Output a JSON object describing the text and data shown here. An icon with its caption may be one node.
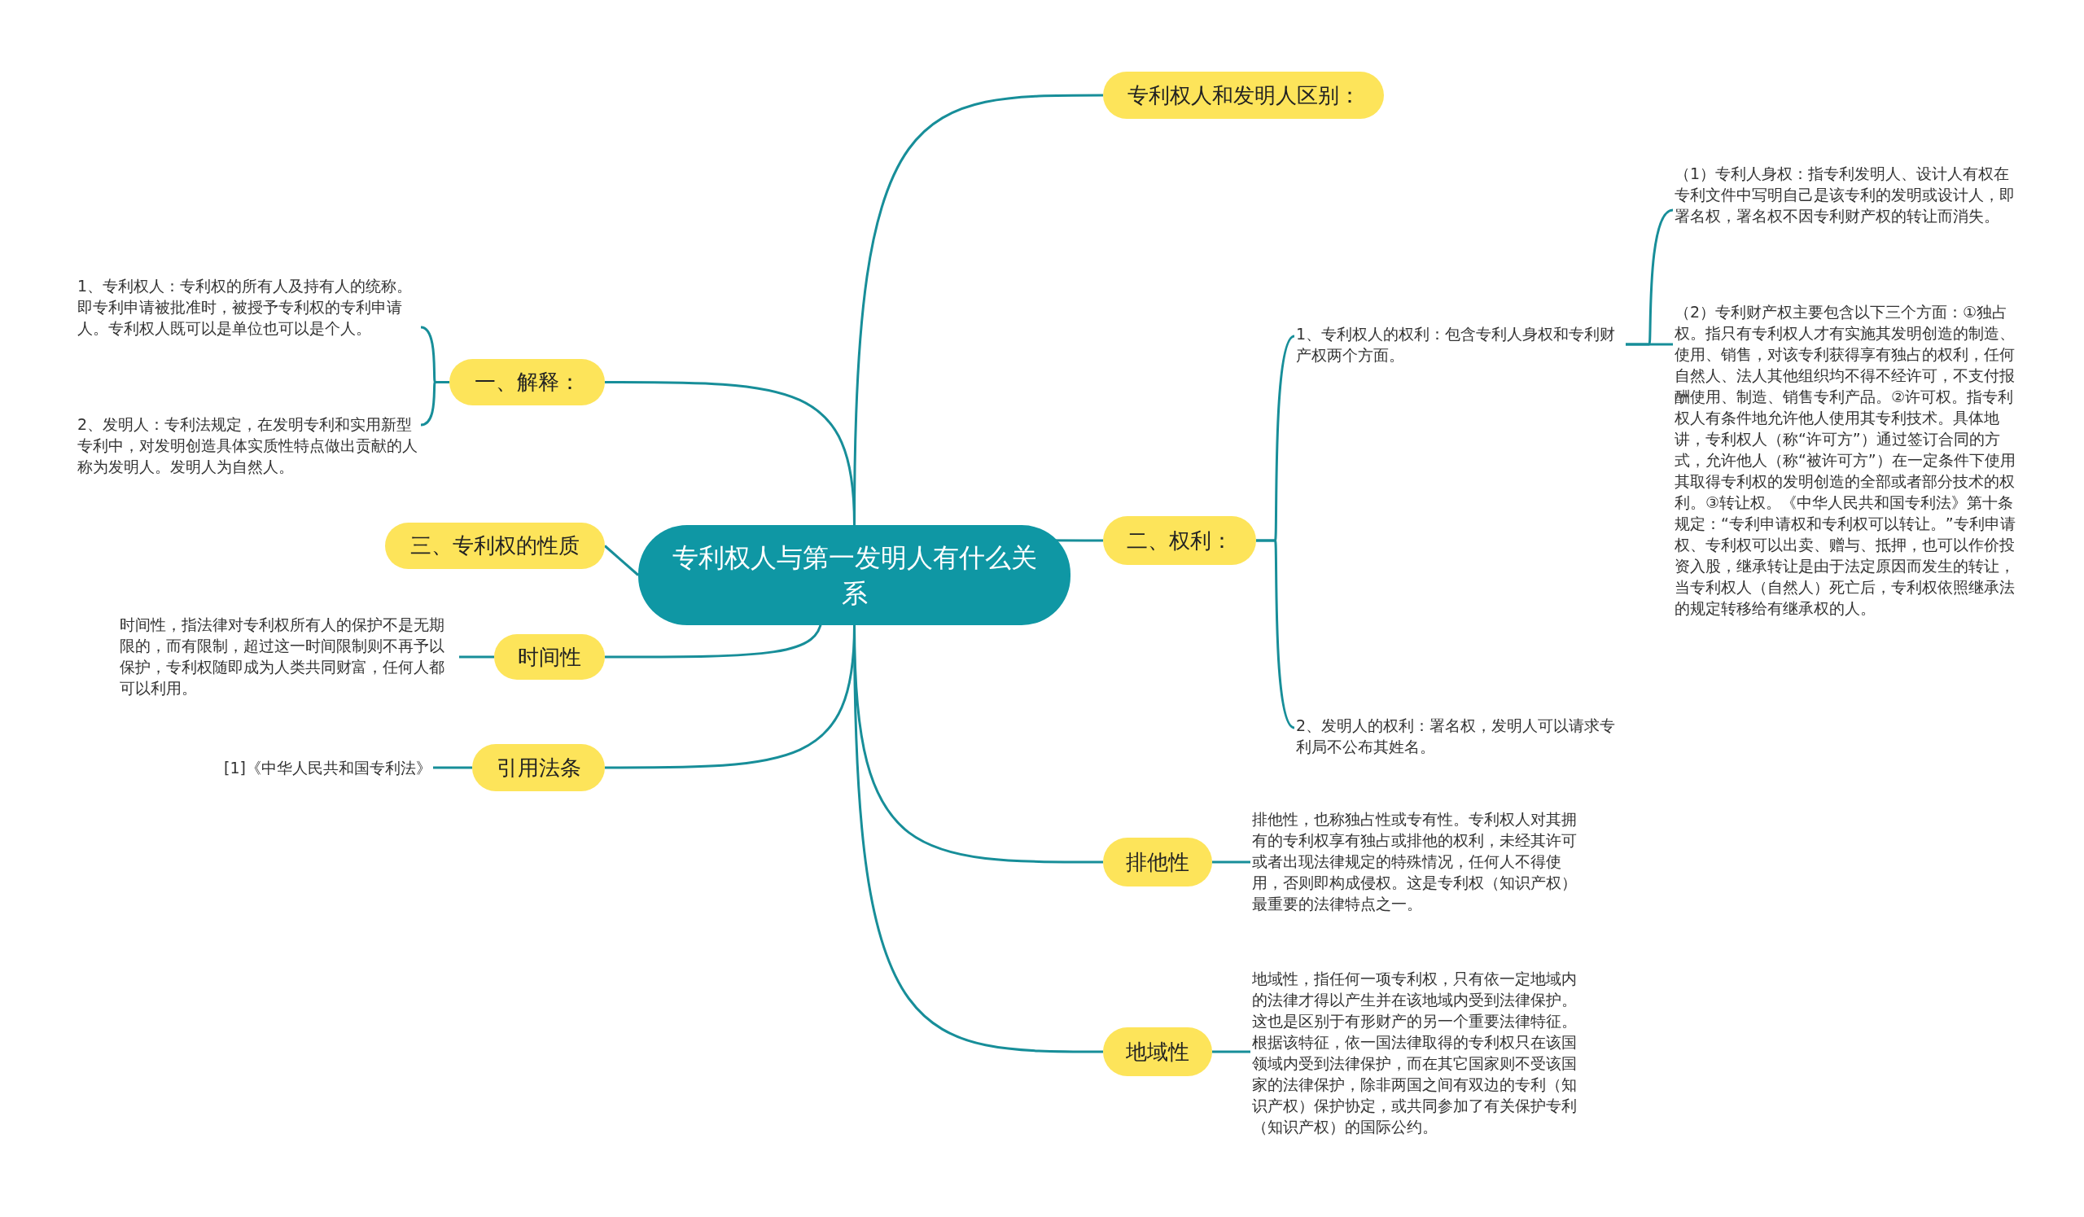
{
  "diagram": {
    "nodes": [
      {
        "text": [
          "专利权人与第一发明人有什么关系"
        ]
      },
      {
        "text": [
          "专利权人和发明人区别："
        ]
      },
      {
        "text": [
          "一、解释："
        ]
      },
      {
        "text": [
          "1、专利权人：专利权的所有人及持有人的统称。即专利申请被批准时，被授予专利权的专利申请人。专利权人既可以是单位也可以是个人。"
        ]
      },
      {
        "text": [
          "2、发明人：专利法规定，在发明专利和实用新型专利中，对发明创造具体实质性特点做出贡献的人称为发明人。发明人为自然人。"
        ]
      },
      {
        "text": [
          "三、专利权的性质"
        ]
      },
      {
        "text": [
          "时间性"
        ]
      },
      {
        "text": [
          "时间性，指法律对专利权所有人的保护不是无期限的，而有限制，超过这一时间限制则不再予以保护，专利权随即成为人类共同财富，任何人都可以利用。"
        ]
      },
      {
        "text": [
          "引用法条"
        ]
      },
      {
        "text": [
          "[1]《中华人民共和国专利法》"
        ]
      },
      {
        "text": [
          "二、权利："
        ]
      },
      {
        "text": [
          "1、专利权人的权利：包含专利人身权和专利财产权两个方面。"
        ]
      },
      {
        "text": [
          "（1）专利人身权：指专利发明人、设计人有权在专利文件中写明自己是该专利的发明或设计人，即署名权，署名权不因专利财产权的转让而消失。"
        ]
      },
      {
        "text": [
          "（2）专利财产权主要包含以下三个方面：①独占权。指只有专利权人才有实施其发明创造的制造、使用、销售，对该专利获得享有独占的权利，任何自然人、法人其他组织均不得不经许可，不支付报酬使用、制造、销售专利产品。②许可权。指专利权人有条件地允许他人使用其专利技术。具体地讲，专利权人（称“许可方”）通过签订合同的方式，允许他人（称“被许可方”）在一定条件下使用其取得专利权的发明创造的全部或者部分技术的权利。③转让权。《中华人民共和国专利法》第十条规定：“专利申请权和专利权可以转让。”专利申请权、专利权可以出卖、赠与、抵押，也可以作价投资入股，继承转让是由于法定原因而发生的转让，当专利权人（自然人）死亡后，专利权依照继承法的规定转移给有继承权的人。"
        ]
      },
      {
        "text": [
          "2、发明人的权利：署名权，发明人可以请求专利局不公布其姓名。"
        ]
      },
      {
        "text": [
          "排他性"
        ]
      },
      {
        "text": [
          "排他性，也称独占性或专有性。专利权人对其拥有的专利权享有独占或排他的权利，未经其许可或者出现法律规定的特殊情况，任何人不得使用，否则即构成侵权。这是专利权（知识产权）最重要的法律特点之一。"
        ]
      },
      {
        "text": [
          "地域性"
        ]
      },
      {
        "text": [
          "地域性，指任何一项专利权，只有依一定地域内的法律才得以产生并在该地域内受到法律保护。这也是区别于有形财产的另一个重要法律特征。根据该特征，依一国法律取得的专利权只在该国领域内受到法律保护，而在其它国家则不受该国家的法律保护，除非两国之间有双边的专利（知识产权）保护协定，或共同参加了有关保护专利（知识产权）的国际公约。"
        ]
      }
    ],
    "edges": [
      {
        "from": 0,
        "to": 1,
        "arrow": "none"
      },
      {
        "from": 0,
        "to": 2,
        "arrow": "none"
      },
      {
        "from": 2,
        "to": 3,
        "arrow": "none"
      },
      {
        "from": 2,
        "to": 4,
        "arrow": "none"
      },
      {
        "from": 0,
        "to": 5,
        "arrow": "none"
      },
      {
        "from": 0,
        "to": 6,
        "arrow": "none"
      },
      {
        "from": 6,
        "to": 7,
        "arrow": "none"
      },
      {
        "from": 0,
        "to": 8,
        "arrow": "none"
      },
      {
        "from": 8,
        "to": 9,
        "arrow": "none"
      },
      {
        "from": 0,
        "to": 10,
        "arrow": "none"
      },
      {
        "from": 10,
        "to": 11,
        "arrow": "none"
      },
      {
        "from": 11,
        "to": 12,
        "arrow": "none"
      },
      {
        "from": 11,
        "to": 13,
        "arrow": "none"
      },
      {
        "from": 10,
        "to": 14,
        "arrow": "none"
      },
      {
        "from": 0,
        "to": 15,
        "arrow": "none"
      },
      {
        "from": 15,
        "to": 16,
        "arrow": "none"
      },
      {
        "from": 0,
        "to": 17,
        "arrow": "none"
      },
      {
        "from": 17,
        "to": 18,
        "arrow": "none"
      }
    ]
  }
}
